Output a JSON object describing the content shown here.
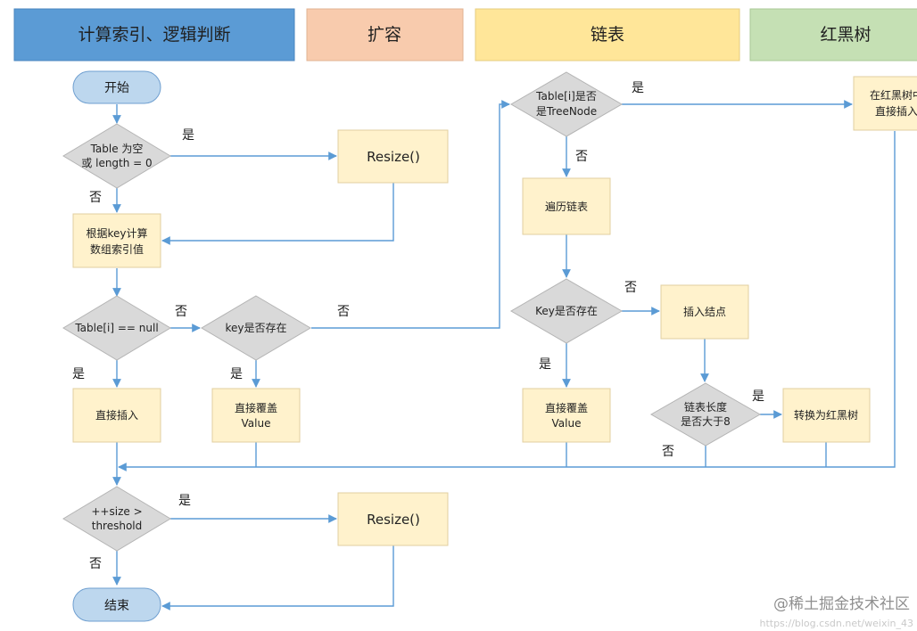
{
  "headers": [
    "计算索引、逻辑判断",
    "扩容",
    "链表",
    "红黑树"
  ],
  "colors": {
    "header_blue": "#5b9bd5",
    "header_orange": "#f8cbad",
    "header_yellow": "#ffe699",
    "header_green": "#c5e0b4",
    "process_fill": "#fff2cc",
    "process_stroke": "#e2cfa0",
    "decision_fill": "#d9d9d9",
    "decision_stroke": "#b4b4b4",
    "terminal_fill": "#bdd7ee",
    "terminal_stroke": "#6f9fd0",
    "arrow": "#5b9bd5"
  },
  "nodes": {
    "start": "开始",
    "check_empty": [
      "Table 为空",
      "或 length = 0"
    ],
    "resize_1": "Resize()",
    "compute_index": [
      "根据key计算",
      "数组索引值"
    ],
    "check_null": "Table[i] == null",
    "key_exists_1": "key是否存在",
    "insert_direct_1": "直接插入",
    "overwrite_1": [
      "直接覆盖",
      "Value"
    ],
    "check_treenode": [
      "Table[i]是否",
      "是TreeNode"
    ],
    "traverse_list": "遍历链表",
    "key_exists_2": "Key是否存在",
    "insert_node": "插入结点",
    "overwrite_2": [
      "直接覆盖",
      "Value"
    ],
    "check_length": [
      "链表长度",
      "是否大于8"
    ],
    "convert_tree": "转换为红黑树",
    "insert_tree": [
      "在红黑树中",
      "直接插入"
    ],
    "check_threshold": [
      "++size >",
      "threshold"
    ],
    "resize_2": "Resize()",
    "end": "结束"
  },
  "edge_labels": {
    "yes": "是",
    "no": "否"
  },
  "watermark": {
    "line1": "@稀土掘金技术社区",
    "line2": "https://blog.csdn.net/weixin_43"
  }
}
